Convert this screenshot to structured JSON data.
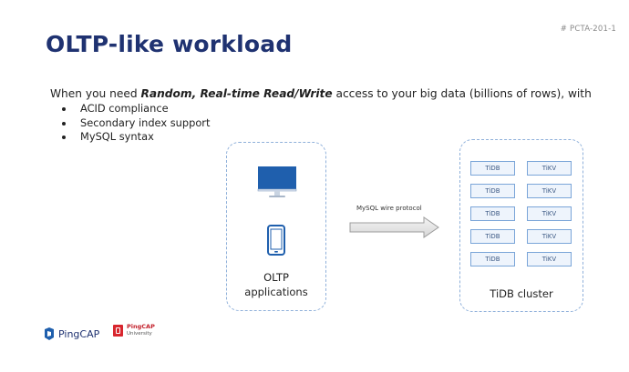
{
  "slide_id": "# PCTA-201-1",
  "title": "OLTP-like workload",
  "intro": {
    "prefix": "When you need ",
    "emphasis": "Random, Real-time Read/Write",
    "suffix": " access to your big data (billions of rows), with"
  },
  "bullets": [
    "ACID compliance",
    "Secondary index support",
    "MySQL syntax"
  ],
  "apps": {
    "label_line1": "OLTP",
    "label_line2": "applications",
    "icons": [
      "desktop-monitor-icon",
      "mobile-phone-icon"
    ]
  },
  "protocol_label": "MySQL wire protocol",
  "cluster": {
    "label": "TiDB cluster",
    "rows": [
      {
        "left": "TiDB",
        "right": "TiKV"
      },
      {
        "left": "TiDB",
        "right": "TiKV"
      },
      {
        "left": "TiDB",
        "right": "TiKV"
      },
      {
        "left": "TiDB",
        "right": "TiKV"
      },
      {
        "left": "TiDB",
        "right": "TiKV"
      }
    ]
  },
  "logos": {
    "pingcap": "PingCAP",
    "university_line1": "PingCAP",
    "university_line2": "University"
  },
  "colors": {
    "title": "#1f3271",
    "accent_blue": "#1f5fad",
    "dashed_border": "#8fb0da",
    "node_border": "#7aa5d8",
    "node_fill": "#eef4fc",
    "university_red": "#d8262e"
  }
}
